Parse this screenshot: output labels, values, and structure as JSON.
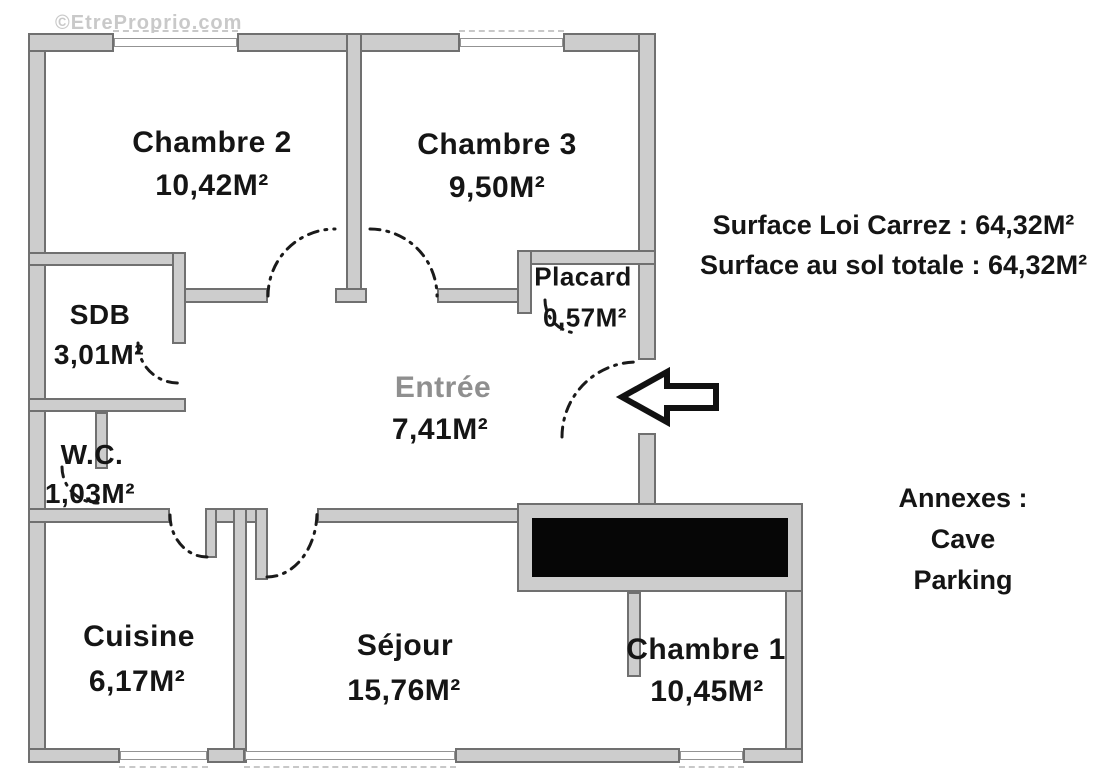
{
  "watermark": "©EtreProprio.com",
  "summary": {
    "loi_carrez": "Surface Loi Carrez : 64,32M²",
    "au_sol": "Surface au sol totale : 64,32M²"
  },
  "annexes": {
    "title": "Annexes :",
    "items": [
      "Cave",
      "Parking"
    ]
  },
  "rooms": {
    "chambre2": {
      "name": "Chambre 2",
      "area": "10,42M²"
    },
    "chambre3": {
      "name": "Chambre 3",
      "area": "9,50M²"
    },
    "placard": {
      "name": "Placard",
      "area": "0,57M²"
    },
    "sdb": {
      "name": "SDB",
      "area": "3,01M²"
    },
    "entree": {
      "name": "Entrée",
      "area": "7,41M²"
    },
    "wc": {
      "name": "W.C.",
      "area": "1,03M²"
    },
    "cuisine": {
      "name": "Cuisine",
      "area": "6,17M²"
    },
    "sejour": {
      "name": "Séjour",
      "area": "15,76M²"
    },
    "chambre1": {
      "name": "Chambre 1",
      "area": "10,45M²"
    }
  },
  "icons": {
    "entrance_arrow": "left-arrow"
  },
  "colors": {
    "wall_fill": "#cdcdcd",
    "wall_border": "#707070",
    "black_block": "#060606",
    "text": "#151515",
    "entree_text": "#8f8f8f",
    "watermark_text": "#c9c9c9"
  }
}
